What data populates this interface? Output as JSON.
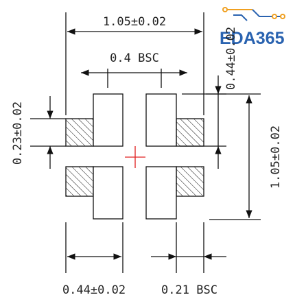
{
  "dimensions": {
    "overall_width": "1.05±0.02",
    "pitch": "0.4 BSC",
    "pad_length_top": "0.44±0.02",
    "pad_width_left": "0.23±0.02",
    "overall_height": "1.05±0.02",
    "pad_length_bottom": "0.44±0.02",
    "pad_spacing_bottom": "0.21 BSC"
  },
  "logo": {
    "text": "EDA365",
    "colors": {
      "primary": "#2a63b0",
      "accent": "#f0a020"
    }
  },
  "colors": {
    "line": "#111111",
    "text": "#222222",
    "center_mark": "#e02020"
  }
}
